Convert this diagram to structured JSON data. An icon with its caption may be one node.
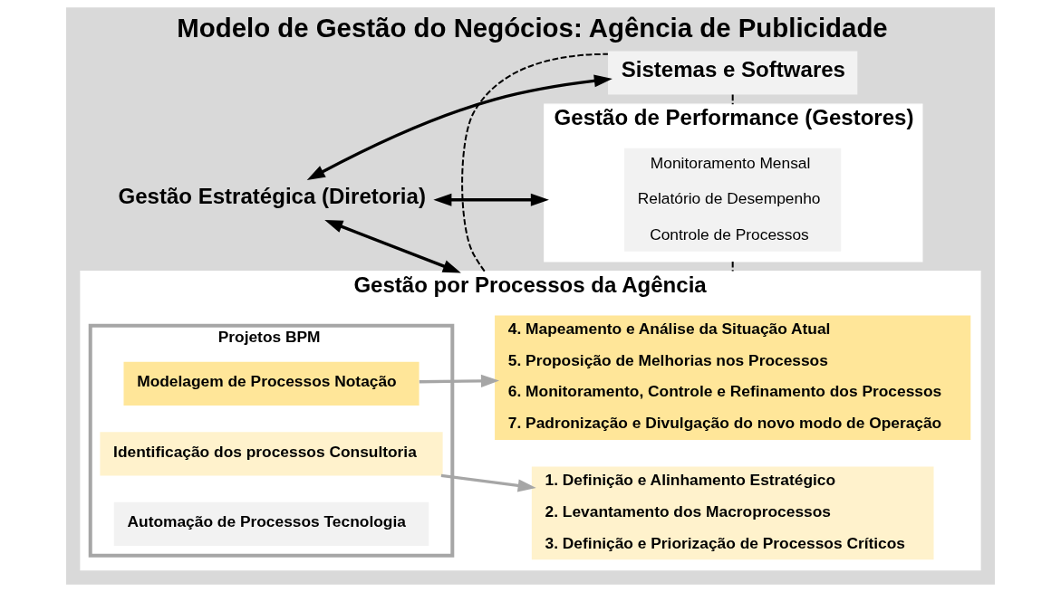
{
  "diagram": {
    "title": "Modelo de Gestão do Negócios: Agência de Publicidade",
    "nodes": [
      {
        "text": [
          "Gestão Estratégica (Diretoria)"
        ]
      },
      {
        "text": [
          "Sistemas e Softwares"
        ]
      },
      {
        "text": [
          "Gestão de Performance (Gestores)"
        ]
      },
      {
        "text": [
          "Monitoramento Mensal",
          "Relatório de Desempenho",
          "Controle de Processos"
        ],
        "in": 2
      },
      {
        "text": [
          "Gestão por Processos da Agência"
        ]
      },
      {
        "text": [
          "Projetos BPM"
        ],
        "in": 4
      },
      {
        "text": [
          "Identificação dos processos Consultoria"
        ],
        "in": 5
      },
      {
        "text": [
          "Modelagem de Processos Notação"
        ],
        "in": 5
      },
      {
        "text": [
          "Automação de Processos Tecnologia"
        ],
        "in": 5
      },
      {
        "text": [
          "1. Definição e Alinhamento Estratégico",
          "2. Levantamento dos Macroprocessos",
          "3. Definição e Priorização de Processos Críticos"
        ],
        "in": 4
      },
      {
        "text": [
          "4. Mapeamento e Análise da Situação Atual",
          "5. Proposição de Melhorias nos Processos",
          "6. Monitoramento, Controle e Refinamento dos Processos",
          "7. Padronização e Divulgação do novo modo de Operação"
        ],
        "in": 4
      }
    ],
    "edges": [
      {
        "from": 0,
        "to": 1,
        "arrow": "both"
      },
      {
        "from": 0,
        "to": 4,
        "arrow": "both"
      },
      {
        "from": 0,
        "to": 2,
        "arrow": "both"
      },
      {
        "from": 1,
        "to": 2,
        "arrow": "none",
        "style": "dashed"
      },
      {
        "from": 2,
        "to": 4,
        "arrow": "none",
        "style": "dashed"
      },
      {
        "from": 4,
        "to": 1,
        "arrow": "none",
        "style": "dashed"
      },
      {
        "from": 6,
        "to": 9,
        "arrow": "to",
        "color": "#a6a6a6"
      },
      {
        "from": 7,
        "to": 10,
        "arrow": "to",
        "color": "#a6a6a6"
      }
    ]
  }
}
